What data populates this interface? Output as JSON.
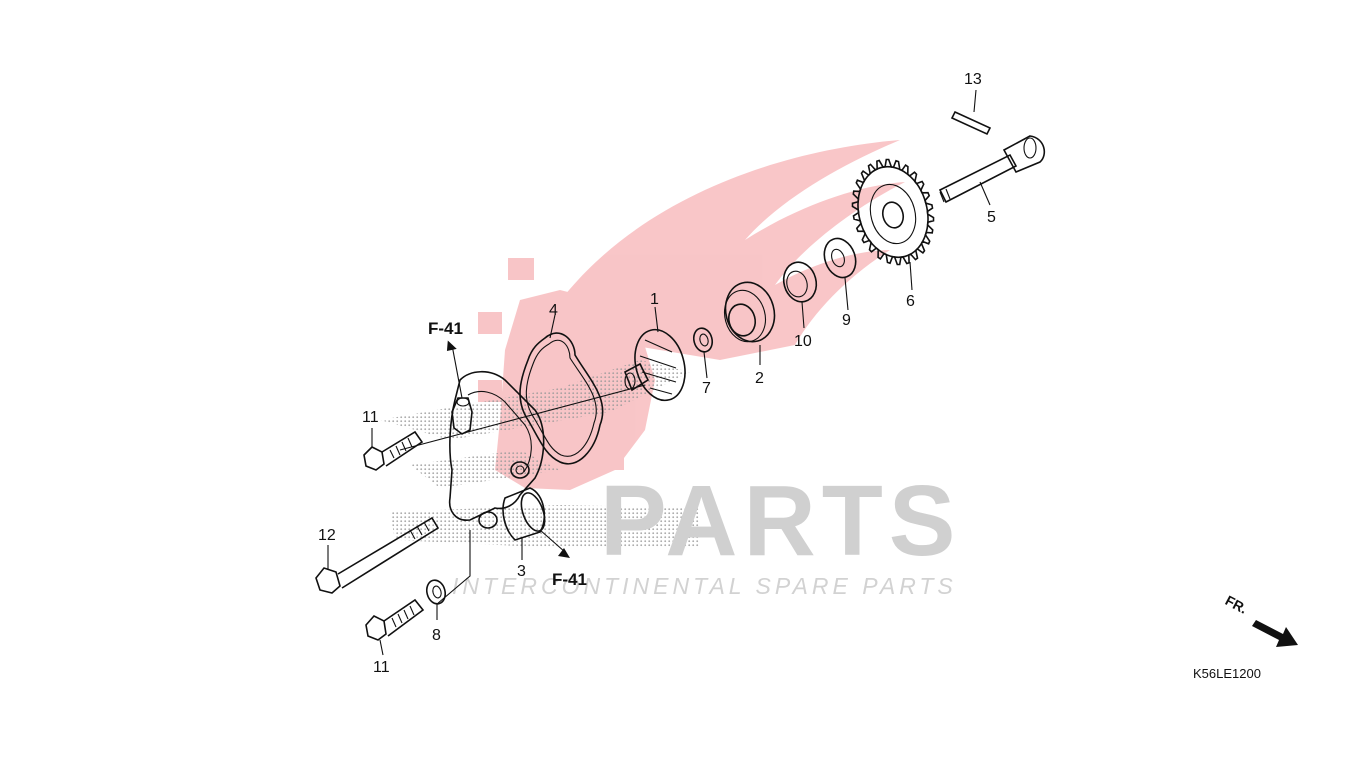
{
  "diagram_code": "K56LE1200",
  "direction_label": "FR.",
  "watermark": {
    "brand": "PARTS",
    "tagline": "INTERCONTINENTAL SPARE PARTS"
  },
  "references": [
    {
      "id": "ref-top",
      "label": "F-41"
    },
    {
      "id": "ref-bottom",
      "label": "F-41"
    }
  ],
  "callouts": [
    {
      "key": "p1",
      "label": "1"
    },
    {
      "key": "p2",
      "label": "2"
    },
    {
      "key": "p3",
      "label": "3"
    },
    {
      "key": "p4",
      "label": "4"
    },
    {
      "key": "p5",
      "label": "5"
    },
    {
      "key": "p6",
      "label": "6"
    },
    {
      "key": "p7",
      "label": "7"
    },
    {
      "key": "p8",
      "label": "8"
    },
    {
      "key": "p9",
      "label": "9"
    },
    {
      "key": "p10",
      "label": "10"
    },
    {
      "key": "p11a",
      "label": "11"
    },
    {
      "key": "p11b",
      "label": "11"
    },
    {
      "key": "p12",
      "label": "12"
    },
    {
      "key": "p13",
      "label": "13"
    }
  ],
  "colors": {
    "watermark_red": "#e8343a",
    "watermark_gray": "#cfcfcf",
    "line": "#111111"
  }
}
